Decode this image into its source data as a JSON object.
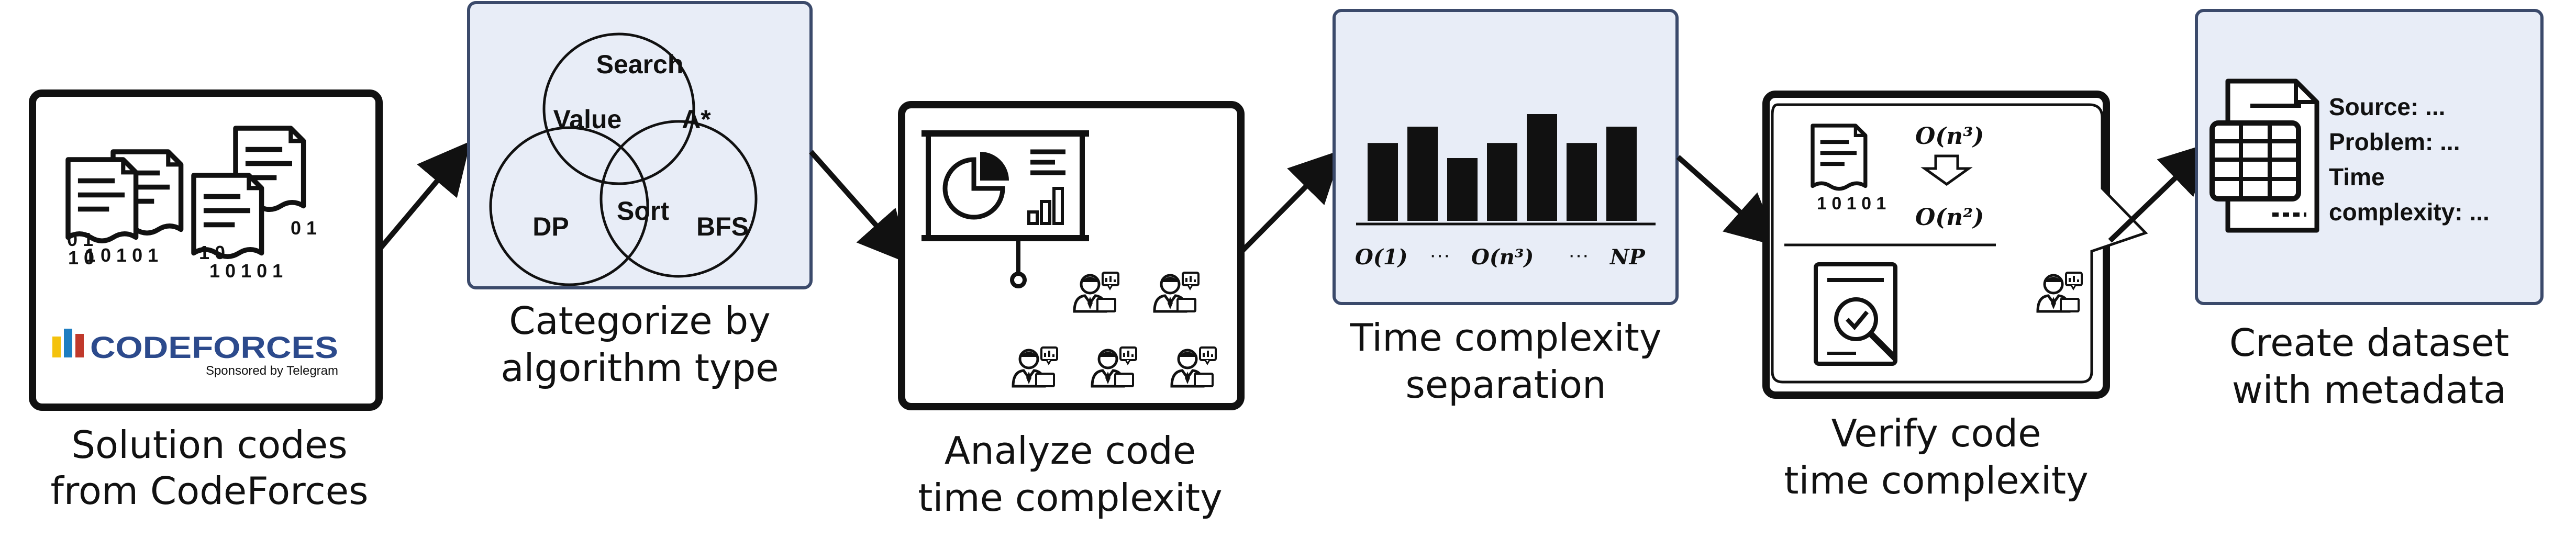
{
  "steps": [
    {
      "caption_line1": "Solution codes",
      "caption_line2": "from CodeForces"
    },
    {
      "caption_line1": "Categorize by",
      "caption_line2": "algorithm type"
    },
    {
      "caption_line1": "Analyze code",
      "caption_line2": "time complexity"
    },
    {
      "caption_line1": "Time complexity",
      "caption_line2": "separation"
    },
    {
      "caption_line1": "Verify code",
      "caption_line2": "time complexity"
    },
    {
      "caption_line1": "Create dataset",
      "caption_line2": "with metadata"
    }
  ],
  "codeforces": {
    "logo_text": "CODEFORCES",
    "tagline": "Sponsored by Telegram",
    "logo_colors": [
      "#f4c20d",
      "#1f7ec1",
      "#c0392b"
    ],
    "brand_color": "#2c4a8c"
  },
  "binary_rows": [
    "0 1",
    "1 0",
    "1 0 1 0 1"
  ],
  "venn": {
    "search": "Search",
    "value": "Value",
    "astar": "A*",
    "dp": "DP",
    "sort": "Sort",
    "bfs": "BFS"
  },
  "histogram": {
    "label_o1": "O(1)",
    "ellipsis1": "···",
    "label_on3": "O(n³)",
    "ellipsis2": "···",
    "label_np": "NP",
    "bars": [
      0.62,
      0.75,
      0.5,
      0.62,
      0.85,
      0.62,
      0.75
    ]
  },
  "verify": {
    "top_complexity": "O(n³)",
    "bottom_complexity": "O(n²)"
  },
  "metadata": {
    "line1": "Source: ...",
    "line2": "Problem: ...",
    "line3": "Time",
    "line4": "complexity: ..."
  },
  "colors": {
    "panel_fill": "#e8edf7",
    "panel_stroke": "#3b4a6b",
    "ink": "#111111"
  }
}
